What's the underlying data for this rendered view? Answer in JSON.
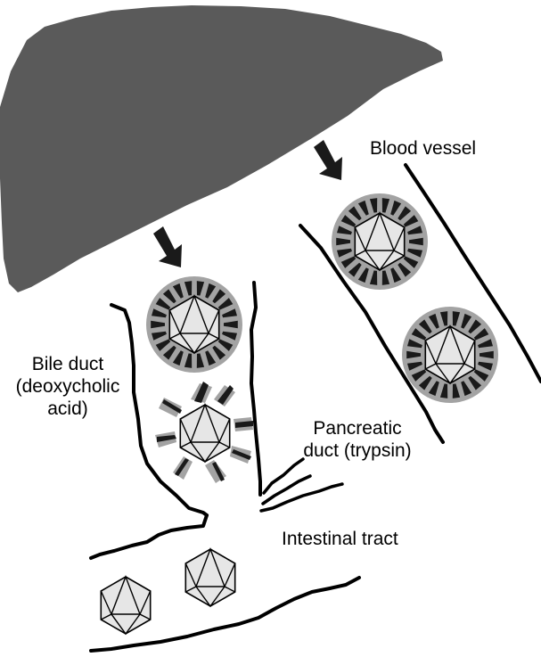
{
  "labels": {
    "blood_vessel": "Blood vessel",
    "bile_duct_line1": "Bile duct",
    "bile_duct_line2": "(deoxycholic",
    "bile_duct_line3": "acid)",
    "pancreatic_line1": "Pancreatic",
    "pancreatic_line2": "duct (trypsin)",
    "intestinal_tract": "Intestinal tract"
  },
  "colors": {
    "liver": "#5a5a5a",
    "outline": "#000000",
    "capsid_ring": "#a3a3a3",
    "capsid_face": "#e6e6e6",
    "spike": "#1a1a1a"
  }
}
